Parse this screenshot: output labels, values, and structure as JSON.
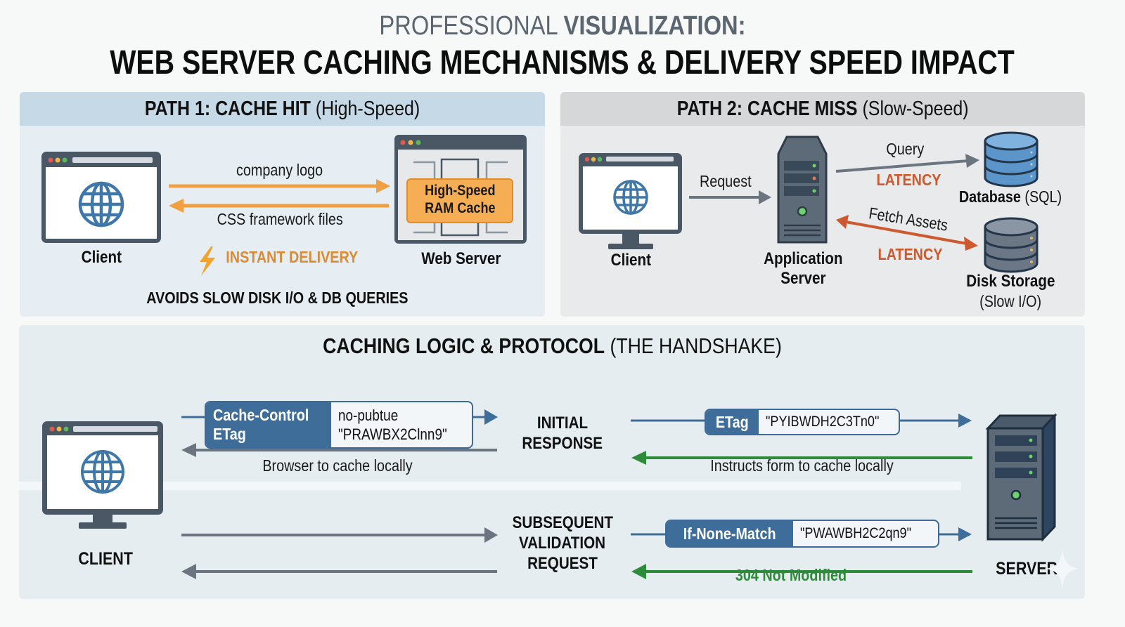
{
  "title": {
    "subtitle_light": "PROFESSIONAL",
    "subtitle_bold": "VISUALIZATION:",
    "main": "WEB SERVER CACHING MECHANISMS & DELIVERY SPEED IMPACT"
  },
  "colors": {
    "accent_blue": "#3f6d99",
    "cache_orange": "#f0a040",
    "latency_red": "#cc5a2e",
    "success_green": "#2e8b3a",
    "arrow_gray": "#6b7580"
  },
  "path_hit": {
    "heading_bold": "PATH 1: CACHE HIT",
    "heading_light": "(High-Speed)",
    "client_label": "Client",
    "server_label": "Web Server",
    "cache_box": [
      "High-Speed",
      "RAM Cache"
    ],
    "request_label": "company logo",
    "response_label": "CSS framework files",
    "instant_label": "INSTANT DELIVERY",
    "footer": "AVOIDS SLOW DISK I/O & DB QUERIES",
    "icons": [
      "browser-window-icon",
      "globe-icon",
      "lightning-icon",
      "server-window-icon"
    ]
  },
  "path_miss": {
    "heading_bold": "PATH 2: CACHE MISS",
    "heading_light": "(Slow-Speed)",
    "client_label": "Client",
    "request_label": "Request",
    "app_server_label": [
      "Application",
      "Server"
    ],
    "query_label": "Query",
    "latency_1": "LATENCY",
    "database_label_bold": "Database",
    "database_label_light": "(SQL)",
    "fetch_label": "Fetch Assets",
    "latency_2": "LATENCY",
    "disk_label": "Disk Storage",
    "disk_sub": "(Slow I/O)",
    "icons": [
      "browser-monitor-icon",
      "tower-server-icon",
      "database-icon",
      "disk-storage-icon"
    ]
  },
  "protocol": {
    "heading_bold": "CACHING LOGIC & PROTOCOL",
    "heading_light": "(THE HANDSHAKE)",
    "client_label": "CLIENT",
    "server_label": "SERVER",
    "initial": {
      "label": [
        "INITIAL",
        "RESPONSE"
      ],
      "left_header_keys": [
        "Cache-Control",
        "ETag"
      ],
      "left_header_values": [
        "no-pubtue",
        "\"PRAWBX2Clnn9\""
      ],
      "left_caption": "Browser to cache locally",
      "right_header_key": "ETag",
      "right_header_value": "\"PYIBWDH2C3Tn0\"",
      "right_caption": "Instructs form to cache locally"
    },
    "subsequent": {
      "label": [
        "SUBSEQUENT",
        "VALIDATION",
        "REQUEST"
      ],
      "right_header_key": "If-None-Match",
      "right_header_value": "\"PWAWBH2C2qn9\"",
      "right_caption": "304 Not Modified"
    }
  }
}
